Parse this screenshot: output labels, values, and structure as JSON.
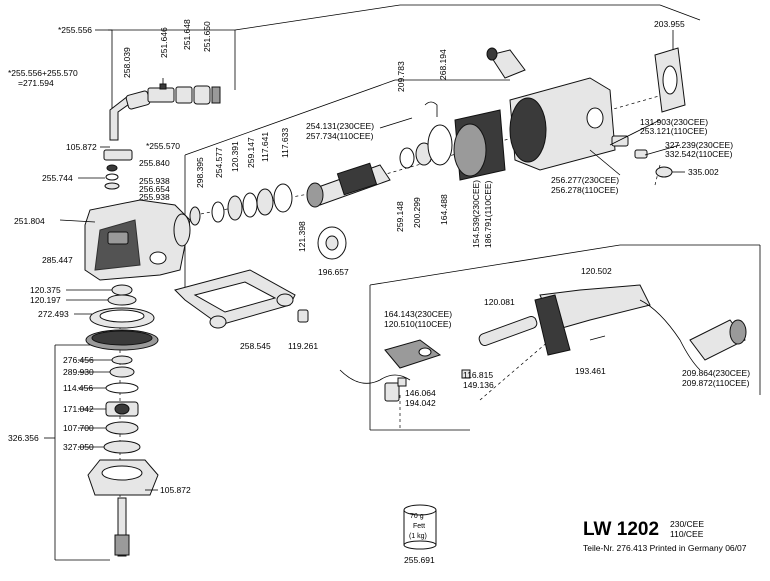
{
  "model": {
    "name": "LW 1202",
    "voltage_a": "230/CEE",
    "voltage_b": "110/CEE"
  },
  "footer": {
    "text": "Teile-Nr. 276.413 Printed in Germany 06/07"
  },
  "grease": {
    "weight": "70 g",
    "name": "Fett",
    "amount": "(1 kg)",
    "part": "255.691"
  },
  "labels": {
    "l255556": "*255.556",
    "l255556sum": "*255.556+255.570",
    "l271594": "=271.594",
    "l258039": "258.039",
    "l251646": "251.646",
    "l251648": "251.648",
    "l251650": "251.650",
    "l105872a": "105.872",
    "l255570": "*255.570",
    "l255840": "255.840",
    "l255744": "255.744",
    "l255938a": "255.938",
    "l256654": "256.654",
    "l255938b": "255.938",
    "l251804": "251.804",
    "l285447": "285.447",
    "l120375": "120.375",
    "l120197": "120.197",
    "l272493": "272.493",
    "l276456": "276.456",
    "l289930": "289.930",
    "l114456": "114.456",
    "l171042": "171.042",
    "l107700": "107.700",
    "l327050": "327.050",
    "l326356": "326.356",
    "l105872b": "105.872",
    "l298395": "298.395",
    "l254577": "254.577",
    "l120391": "120.391",
    "l259147": "259.147",
    "l117641": "117.641",
    "l117633": "117.633",
    "l254131": "254.131(230CEE)",
    "l257734": "257.734(110CEE)",
    "l121398": "121.398",
    "l196657": "196.657",
    "l259148": "259.148",
    "l200299": "200.299",
    "l209783": "209.783",
    "l268194": "268.194",
    "l164488": "164.488",
    "l154539": "154.539(230CEE)",
    "l186791": "186.791(110CEE)",
    "l203955": "203.955",
    "l131903": "131.903(230CEE)",
    "l253121": "253.121(110CEE)",
    "l327239": "327.239(230CEE)",
    "l332542": "332.542(110CEE)",
    "l256277": "256.277(230CEE)",
    "l256278": "256.278(110CEE)",
    "l335002": "335.002",
    "l258545": "258.545",
    "l119261": "119.261",
    "l120502": "120.502",
    "l120081": "120.081",
    "l164143": "164.143(230CEE)",
    "l120510": "120.510(110CEE)",
    "l116815": "116.815",
    "l149136": "149.136",
    "l146064": "146.064",
    "l194042": "194.042",
    "l193461": "193.461",
    "l209864": "209.864(230CEE)",
    "l209872": "209.872(110CEE)"
  }
}
